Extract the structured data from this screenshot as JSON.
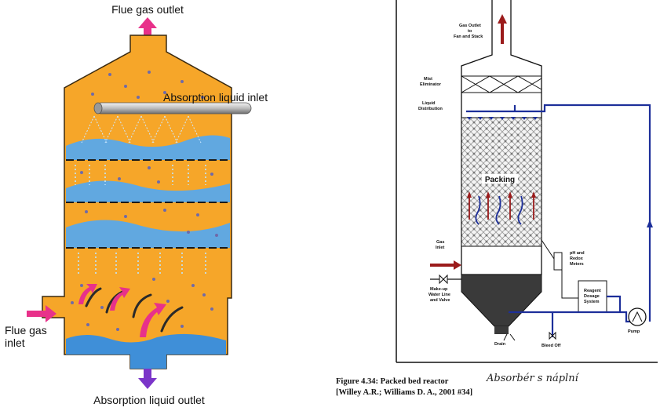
{
  "left_diagram": {
    "labels": {
      "flue_gas_outlet": "Flue gas outlet",
      "absorption_liquid_inlet": "Absorption liquid inlet",
      "flue_gas_inlet_line1": "Flue gas",
      "flue_gas_inlet_line2": "inlet",
      "absorption_liquid_outlet": "Absorption liquid outlet"
    },
    "colors": {
      "body": "#f6a629",
      "liquid": "#4b9be0",
      "arrow_gas": "#e8318a",
      "arrow_out": "#7b35c9",
      "outline": "#3a2a10"
    }
  },
  "right_diagram": {
    "labels": {
      "gas_outlet_line1": "Gas Outlet",
      "gas_outlet_line2": "to",
      "gas_outlet_line3": "Fan and Stack",
      "mist_eliminator_line1": "Mist",
      "mist_eliminator_line2": "Eliminator",
      "liquid_distribution_line1": "Liquid",
      "liquid_distribution_line2": "Distribution",
      "packing": "Packing",
      "gas_inlet_line1": "Gas",
      "gas_inlet_line2": "Inlet",
      "ph_meters_line1": "pH and",
      "ph_meters_line2": "Redox",
      "ph_meters_line3": "Meters",
      "makeup_line1": "Make-up",
      "makeup_line2": "Water Line",
      "makeup_line3": "and Valve",
      "reagent_line1": "Reagent",
      "reagent_line2": "Dosage",
      "reagent_line3": "System",
      "pump": "Pump",
      "drain": "Drain",
      "bleed_off": "Bleed Off"
    },
    "caption_line1": "Figure 4.34: Packed bed reactor",
    "caption_line2": "[Willey A.R.; Williams D. A., 2001 #34]",
    "handwritten_note": "Absorbér s náplní",
    "colors": {
      "pipe": "#1d2f9a",
      "gas_arrow": "#9b1b1b"
    }
  }
}
